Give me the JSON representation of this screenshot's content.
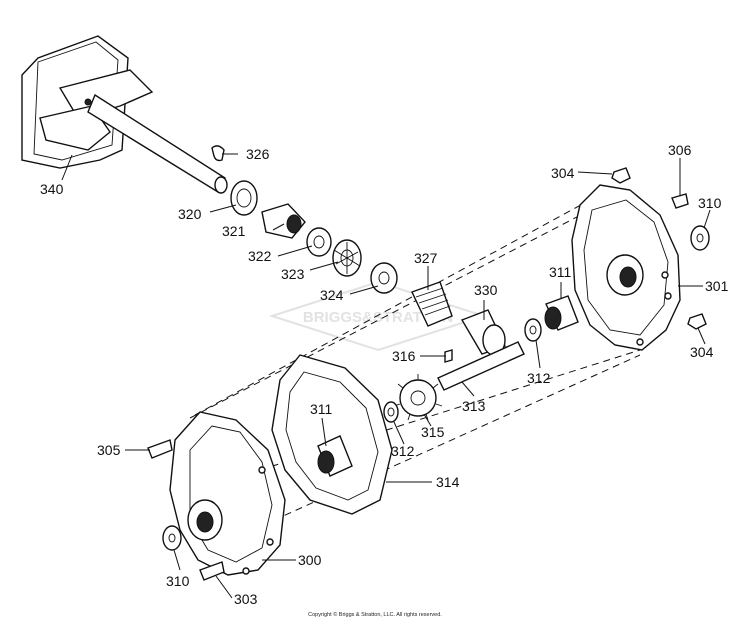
{
  "watermark": "BRIGGS&STRATTON",
  "copyright": "Copyright © Briggs & Stratton, LLC. All rights reserved.",
  "callouts": [
    {
      "key": "340",
      "label": "340"
    },
    {
      "key": "326",
      "label": "326"
    },
    {
      "key": "320",
      "label": "320"
    },
    {
      "key": "321",
      "label": "321"
    },
    {
      "key": "322",
      "label": "322"
    },
    {
      "key": "323",
      "label": "323"
    },
    {
      "key": "324",
      "label": "324"
    },
    {
      "key": "327",
      "label": "327"
    },
    {
      "key": "330",
      "label": "330"
    },
    {
      "key": "311a",
      "label": "311"
    },
    {
      "key": "304a",
      "label": "304"
    },
    {
      "key": "306",
      "label": "306"
    },
    {
      "key": "310a",
      "label": "310"
    },
    {
      "key": "301",
      "label": "301"
    },
    {
      "key": "304b",
      "label": "304"
    },
    {
      "key": "316",
      "label": "316"
    },
    {
      "key": "312a",
      "label": "312"
    },
    {
      "key": "313",
      "label": "313"
    },
    {
      "key": "315",
      "label": "315"
    },
    {
      "key": "312b",
      "label": "312"
    },
    {
      "key": "311b",
      "label": "311"
    },
    {
      "key": "305",
      "label": "305"
    },
    {
      "key": "314",
      "label": "314"
    },
    {
      "key": "300",
      "label": "300"
    },
    {
      "key": "310b",
      "label": "310"
    },
    {
      "key": "303",
      "label": "303"
    }
  ]
}
